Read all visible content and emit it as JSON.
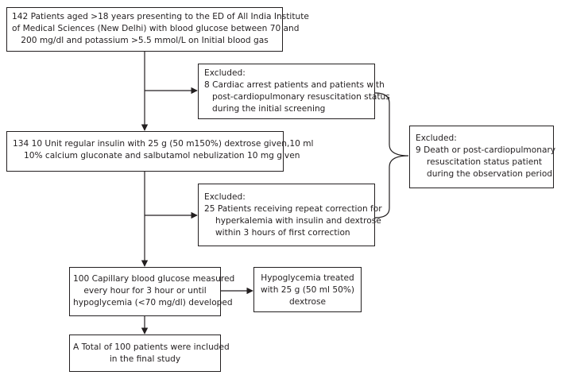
{
  "boxes": {
    "enrolled": {
      "lines": [
        "142 Patients aged >18 years presenting to the ED of All India Institute",
        "of Medical Sciences (New Delhi) with blood glucose between 70 and",
        "200 mg/dl and potassium >5.5 mmol/L on Initial blood gas"
      ]
    },
    "excluded1": {
      "lines": [
        "Excluded:",
        "8 Cardiac arrest patients and patients with",
        "post-cardiopulmonary resuscitation status",
        "during the initial screening"
      ]
    },
    "treated": {
      "lines": [
        "134 10 Unit regular insulin with 25 g (50 m150%) dextrose given,10 ml",
        "10% calcium gluconate and salbutamol nebulization 10 mg given"
      ]
    },
    "excluded3": {
      "lines": [
        "Excluded:",
        "9 Death or post-cardiopulmonary",
        "resuscitation status patient",
        "during the observation period"
      ]
    },
    "excluded2": {
      "lines": [
        "Excluded:",
        "25 Patients receiving repeat correction for",
        "hyperkalemia with insulin and dextrose",
        "within 3 hours of first correction"
      ]
    },
    "measured": {
      "lines": [
        "100 Capillary blood glucose measured",
        "every hour for 3 hour or until",
        "hypoglycemia (<70 mg/dl) developed"
      ]
    },
    "hypo": {
      "lines": [
        "Hypoglycemia treated",
        "with 25 g (50 ml 50%)",
        "dextrose"
      ]
    },
    "final": {
      "lines": [
        "A Total of 100 patients were included",
        "in the final study"
      ]
    }
  }
}
